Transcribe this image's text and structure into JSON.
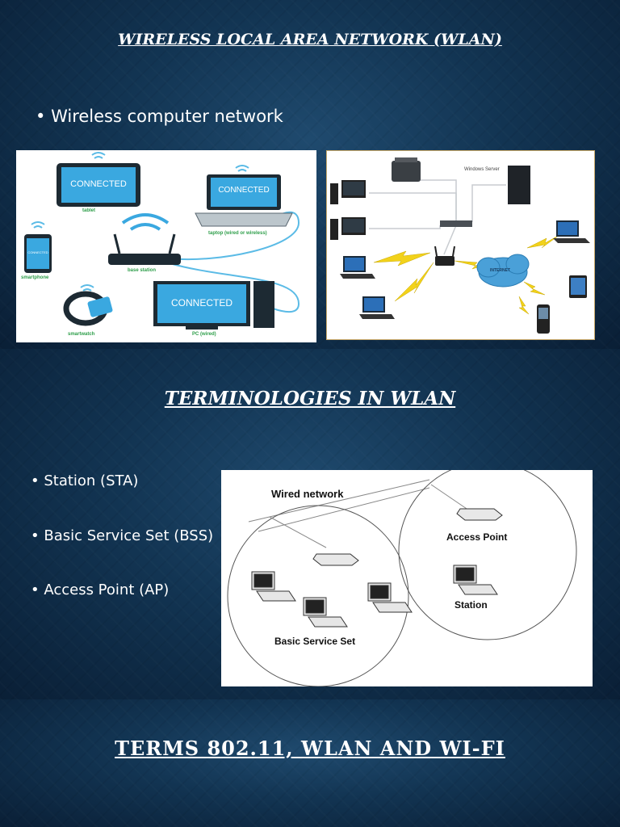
{
  "slide1": {
    "title": "Wireless Local Area Network (WLAN)",
    "bullet": "Wireless computer network",
    "figure_left": {
      "tablet_screen": "CONNECTED",
      "tablet_label": "tablet",
      "laptop_screen": "CONNECTED",
      "laptop_label": "taptop (wired or wireless)",
      "smartphone_screen": "CONNECTED",
      "smartphone_label": "smartphone",
      "router_label": "base station",
      "pc_screen": "CONNECTED",
      "pc_label": "PC (wired)",
      "watch_label": "smartwatch"
    },
    "figure_right": {
      "server_label": "Windows Server",
      "cloud_label": "INTERNET"
    }
  },
  "slide2": {
    "title": "Terminologies in WLAN",
    "bullets": [
      "Station (STA)",
      "Basic Service Set (BSS)",
      "Access Point (AP)"
    ],
    "diagram": {
      "wired_network": "Wired network",
      "access_point": "Access Point",
      "station": "Station",
      "bss": "Basic Service Set"
    }
  },
  "slide3": {
    "title": "Terms 802.11, WLAN and Wi-Fi"
  },
  "colors": {
    "accent_blue": "#3aa8e0",
    "wifi_blue": "#5bbbe6",
    "label_green": "#2e9e4a"
  }
}
